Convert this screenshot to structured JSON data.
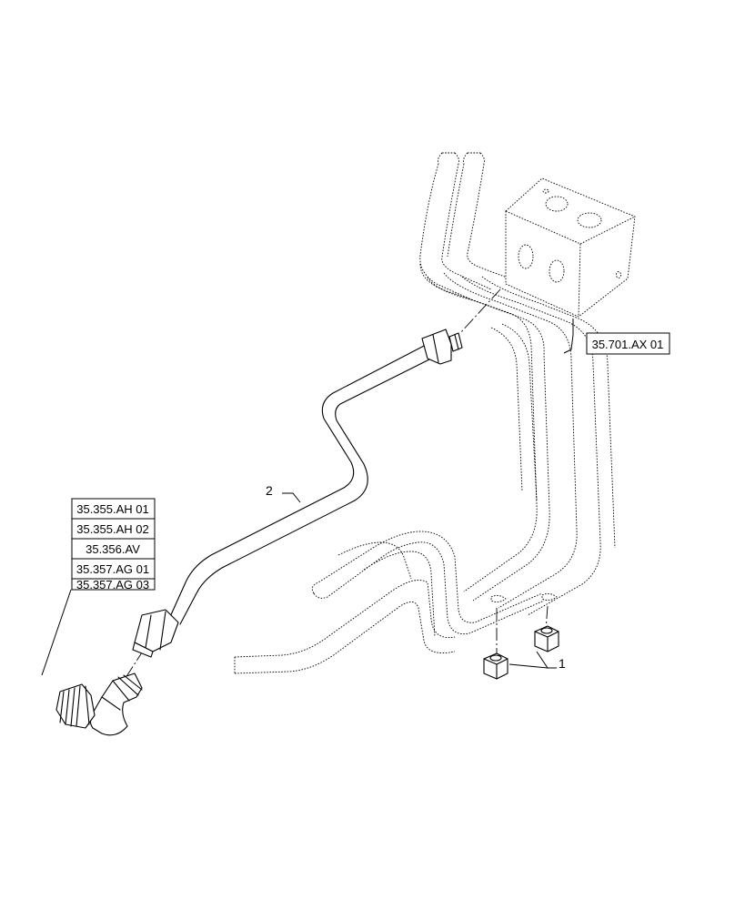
{
  "references": {
    "block_ref": "35.701.AX 01",
    "fitting_refs": [
      "35.355.AH 01",
      "35.355.AH 02",
      "35.356.AV",
      "35.357.AG 01",
      "35.357.AG 03"
    ]
  },
  "callouts": {
    "tube": "2",
    "nuts": "1"
  }
}
